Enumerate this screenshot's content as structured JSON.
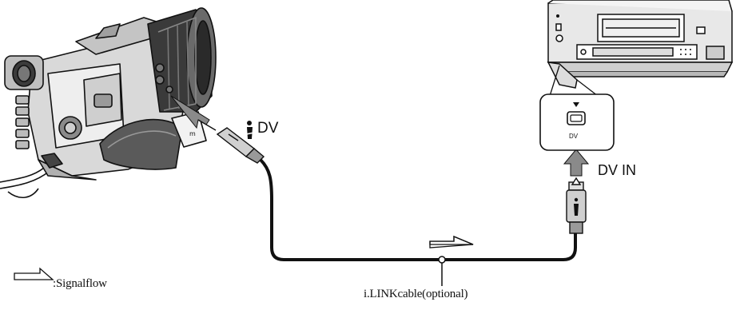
{
  "labels": {
    "camera_port": "DV",
    "vcr_port_zoom": "DV",
    "vcr_input": "DV IN",
    "cable": "i.LINKcable(optional)",
    "legend": ":Signalflow"
  },
  "icons": {
    "camcorder": "camcorder-illustration",
    "vcr": "vcr-illustration",
    "ilink_logo": "i-link-logo",
    "signal_arrow": "hollow-right-arrow",
    "plug": "dv-plug",
    "input_arrow": "solid-up-arrow"
  },
  "colors": {
    "line": "#111111",
    "fill_light": "#e6e6e6",
    "fill_mid": "#bdbdbd",
    "fill_dark": "#555555",
    "arrow_gray": "#8a8a8a"
  }
}
